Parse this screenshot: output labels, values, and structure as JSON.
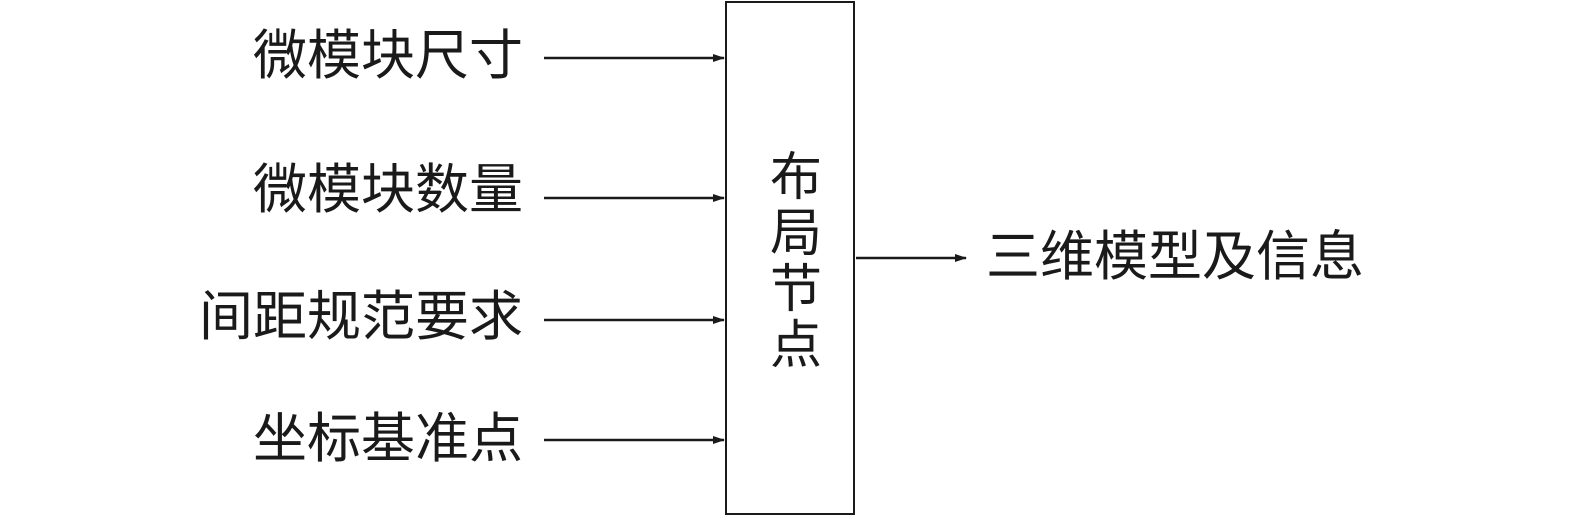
{
  "inputs": [
    {
      "label": "微模块尺寸"
    },
    {
      "label": "微模块数量"
    },
    {
      "label": "间距规范要求"
    },
    {
      "label": "坐标基准点"
    }
  ],
  "node": {
    "label": "布局节点"
  },
  "output": {
    "label": "三维模型及信息"
  },
  "colors": {
    "line": "#1a1a1a",
    "background": "#ffffff"
  }
}
